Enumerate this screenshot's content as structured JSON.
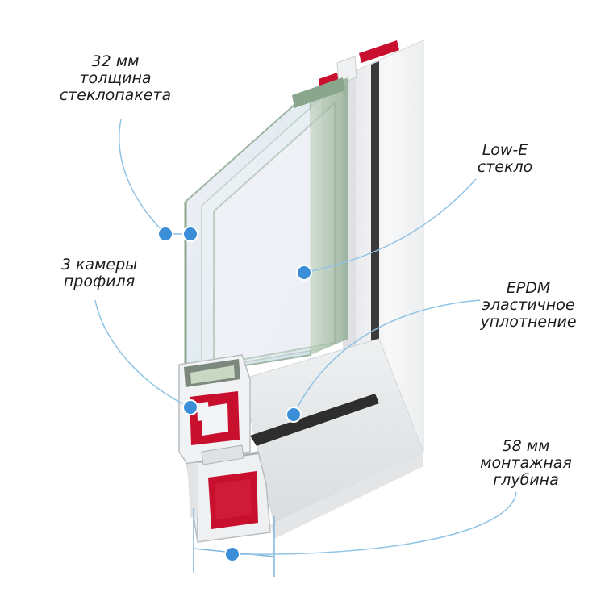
{
  "callouts": {
    "glass_unit": {
      "lines": [
        "32 мм",
        "толщина",
        "стеклопакета"
      ]
    },
    "low_e": {
      "lines": [
        "Low-E",
        "стекло"
      ]
    },
    "chambers": {
      "lines": [
        "3 камеры",
        "профиля"
      ]
    },
    "epdm": {
      "lines": [
        "EPDM",
        "эластичное",
        "уплотнение"
      ]
    },
    "depth": {
      "lines": [
        "58 мм",
        "монтажная",
        "глубина"
      ]
    }
  },
  "colors": {
    "callout_line": "#8fc3e6",
    "callout_dot": "#3b8fd8",
    "frame_white": "#f3f4f5",
    "frame_shadow": "#d9dcde",
    "reinforcement": "#c8102e",
    "glass_tint": "#dfe9ee",
    "glass_edge": "#8fa98f",
    "seal": "#2a2a2a"
  }
}
